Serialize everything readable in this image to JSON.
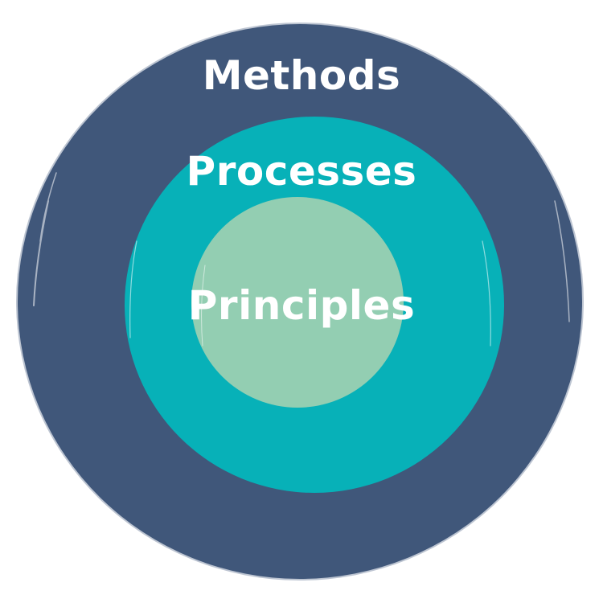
{
  "diagram": {
    "layers": [
      {
        "label": "Methods",
        "color": "#40577A"
      },
      {
        "label": "Processes",
        "color": "#07B1B8"
      },
      {
        "label": "Principles",
        "color": "#93CEB2"
      }
    ],
    "label_color": "#FFFFFF"
  }
}
